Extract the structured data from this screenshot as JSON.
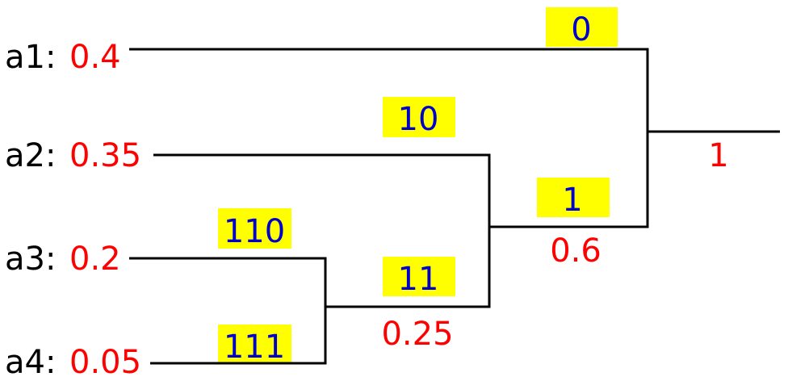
{
  "leaves": [
    {
      "symbol": "a1:",
      "prob": "0.4"
    },
    {
      "symbol": "a2:",
      "prob": "0.35"
    },
    {
      "symbol": "a3:",
      "prob": "0.2"
    },
    {
      "symbol": "a4:",
      "prob": "0.05"
    }
  ],
  "codes": {
    "a1": "0",
    "a2": "10",
    "a3": "110",
    "a4": "111",
    "node_a3a4": "11",
    "node_a2a3a4": "1"
  },
  "internal_probs": {
    "node_a3a4": "0.25",
    "node_a2a3a4": "0.6",
    "root": "1"
  },
  "colors": {
    "symbol": "#000000",
    "probability": "#ff0000",
    "code": "#0000cc",
    "highlight": "#ffff00",
    "line": "#000000"
  }
}
